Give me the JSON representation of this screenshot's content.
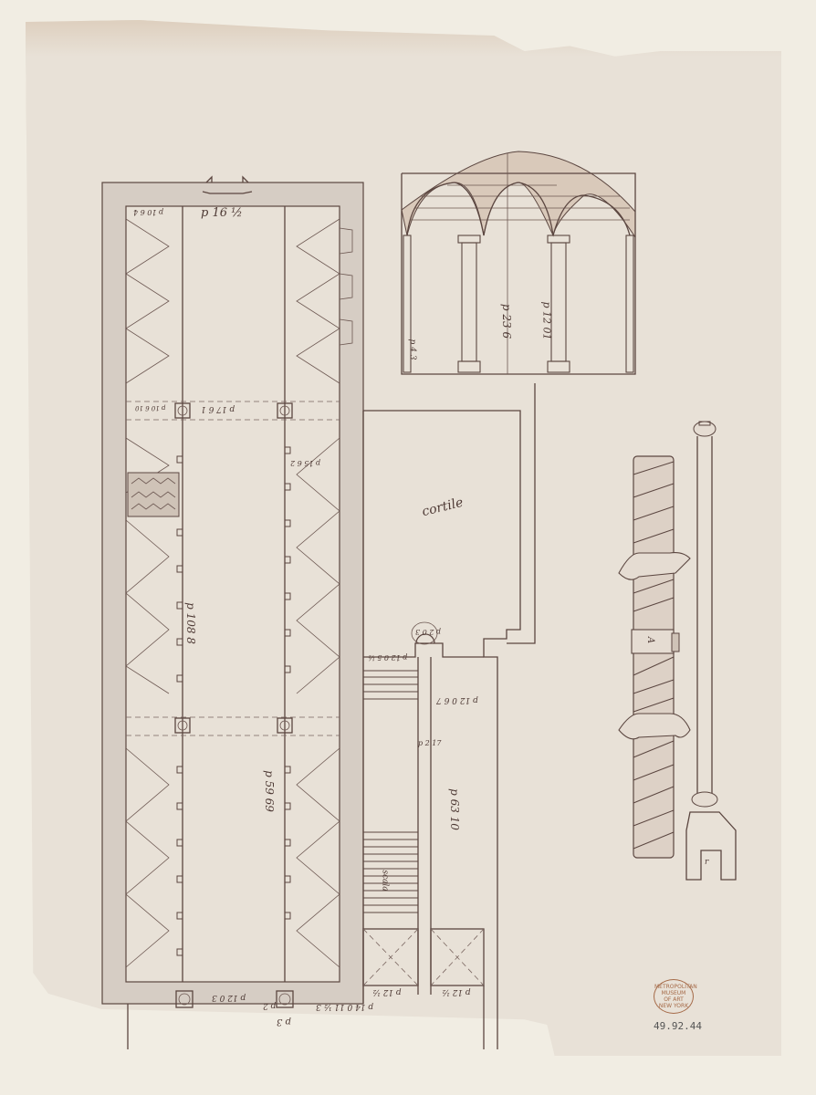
{
  "artwork": {
    "description": "Architectural drawing: ground plan of a vaulted hall with staircase, arcade elevation, twisted column and column study",
    "paper_color": "#e8e1d7",
    "ink_color": "#5b4640"
  },
  "annotations": {
    "top_width": "p 16 ½",
    "top_left_corner": "p 10 6 4",
    "aisle_span": "p 17 6 1",
    "aisle_span_left": "p 10 6 10",
    "right_aisle": "p 15 6 2",
    "nave_length_upper": "p 108 8",
    "nave_length_lower": "p 59 69",
    "courtyard_label": "cortile",
    "stair_landing_left": "p 12 0 5 ½",
    "stair_column": "p 2 0 3",
    "corridor": "p 12 0 6 7",
    "wall_thickness": "p 2 17",
    "corridor_length": "p 63 10",
    "stairs": "scala",
    "bottom_left": "p 12 0 3",
    "bottom_pier": "p 2",
    "bottom_pier_2": "p 3",
    "bottom_span": "p 14 0 11 ½ 3",
    "bottom_stair": "p 12 ½",
    "bottom_stair_2": "p 12 ½",
    "arcade_height_center": "p 23 6",
    "arcade_height_right": "p 12 01",
    "arcade_left": "p 4 3",
    "column_mark_a": "A",
    "column_mark_b": "r"
  },
  "stamp": {
    "lines": [
      "METROPOLITAN",
      "MUSEUM",
      "OF ART",
      "NEW YORK"
    ],
    "color": "#a56a48"
  },
  "accession_number": "49.92.44"
}
